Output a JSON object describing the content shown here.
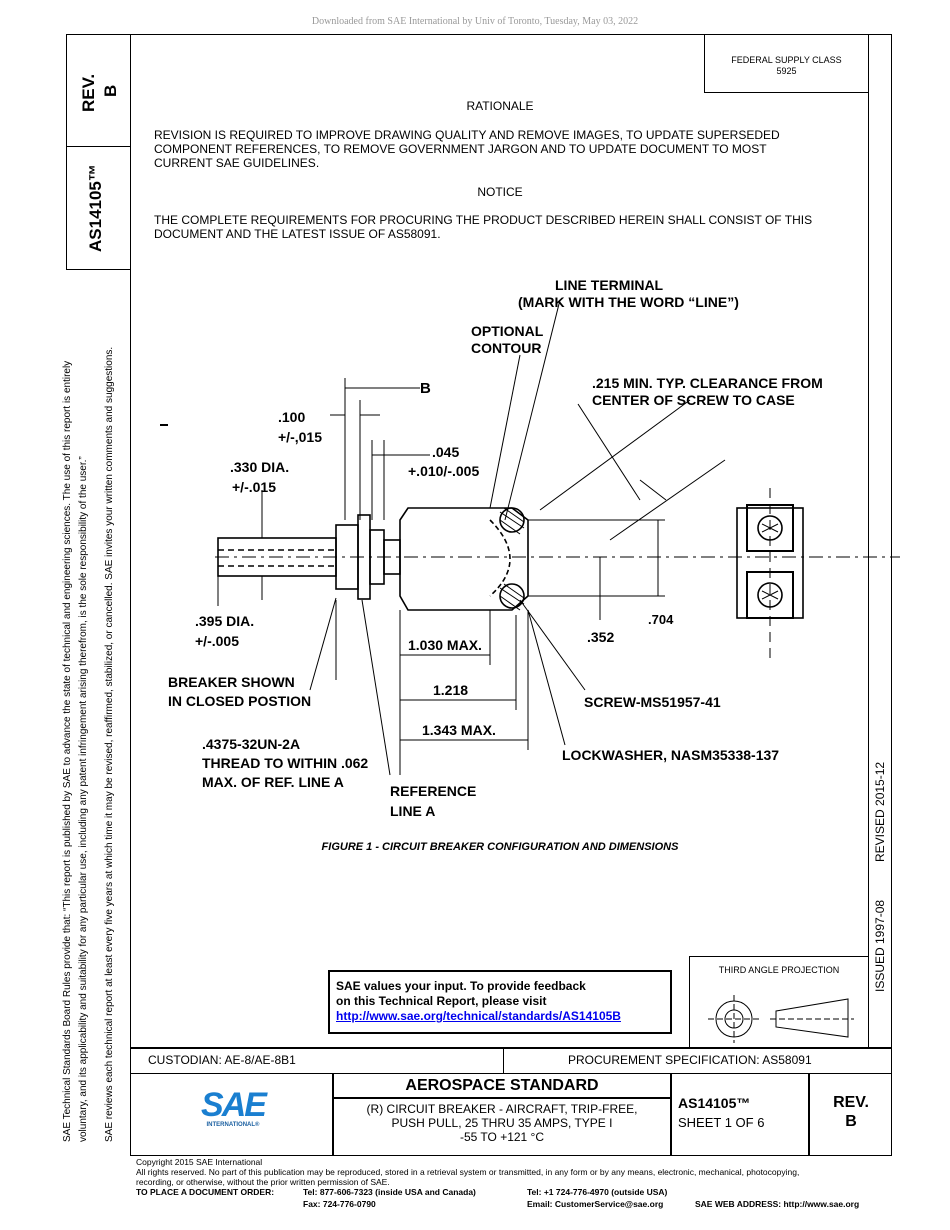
{
  "header": {
    "download_note": "Downloaded from SAE International by Univ of Toronto, Tuesday, May 03, 2022",
    "federal_supply_class": "FEDERAL SUPPLY CLASS",
    "fsc_number": "5925"
  },
  "left_margin": {
    "rev_label": "REV.",
    "rev_value": "B",
    "doc_number": "AS14105™",
    "rules_line1": "SAE Technical Standards Board Rules provide that: “This report is published by SAE to advance the state of technical and engineering sciences. The use of this report is entirely",
    "rules_line2": "voluntary, and its applicability and suitability for any particular use, including any patent infringement arising therefrom, is the sole responsibility of the user.”",
    "rules_line3": "SAE reviews each technical report at least every five years at which time it may be revised, reaffirmed, stabilized, or cancelled. SAE invites your written comments and suggestions."
  },
  "right_margin": {
    "issued": "ISSUED 1997-08",
    "revised": "REVISED 2015-12"
  },
  "body": {
    "rationale_heading": "RATIONALE",
    "rationale_line1": "REVISION IS REQUIRED TO IMPROVE DRAWING QUALITY AND REMOVE IMAGES, TO UPDATE SUPERSEDED",
    "rationale_line2": "COMPONENT REFERENCES, TO REMOVE GOVERNMENT JARGON AND TO UPDATE DOCUMENT TO MOST",
    "rationale_line3": "CURRENT SAE GUIDELINES.",
    "notice_heading": "NOTICE",
    "notice_line1": "THE COMPLETE REQUIREMENTS FOR PROCURING THE PRODUCT DESCRIBED HEREIN SHALL CONSIST OF THIS",
    "notice_line2": "DOCUMENT AND THE LATEST ISSUE OF AS58091."
  },
  "figure": {
    "caption": "FIGURE 1 - CIRCUIT BREAKER CONFIGURATION AND DIMENSIONS",
    "line_terminal_1": "LINE TERMINAL",
    "line_terminal_2": "(MARK WITH THE WORD “LINE”)",
    "optional_1": "OPTIONAL",
    "optional_2": "CONTOUR",
    "clearance_1": ".215 MIN. TYP. CLEARANCE FROM",
    "clearance_2": "CENTER OF SCREW TO CASE",
    "b_label": "B",
    "dim_100_a": ".100",
    "dim_100_b": "+/-,015",
    "dim_045_a": ".045",
    "dim_045_b": "+.010/-.005",
    "dim_330_a": ".330 DIA.",
    "dim_330_b": "+/-.015",
    "dim_395_a": ".395 DIA.",
    "dim_395_b": "+/-.005",
    "dim_704": ".704",
    "dim_352": ".352",
    "dim_1030": "1.030 MAX.",
    "dim_1218": "1.218",
    "dim_1343": "1.343 MAX.",
    "breaker_1": "BREAKER SHOWN",
    "breaker_2": "IN CLOSED POSTION",
    "screw": "SCREW-MS51957-41",
    "lockwasher": "LOCKWASHER, NASM35338-137",
    "thread_1": ".4375-32UN-2A",
    "thread_2": "THREAD TO WITHIN .062",
    "thread_3": "MAX. OF REF. LINE A",
    "ref_1": "REFERENCE",
    "ref_2": "LINE A"
  },
  "feedback": {
    "line1": "SAE values your input. To provide feedback",
    "line2": "on this Technical Report, please visit",
    "link": "http://www.sae.org/technical/standards/AS14105B"
  },
  "projection": {
    "label": "THIRD ANGLE PROJECTION"
  },
  "title_block": {
    "custodian": "CUSTODIAN: AE-8/AE-8B1",
    "procurement": "PROCUREMENT SPECIFICATION: AS58091",
    "standard": "AEROSPACE STANDARD",
    "title_line1": "(R) CIRCUIT BREAKER - AIRCRAFT, TRIP-FREE,",
    "title_line2": "PUSH PULL, 25 THRU 35 AMPS, TYPE I",
    "title_line3": "-55 TO +121 °C",
    "doc_number": "AS14105™",
    "sheet": "SHEET 1 OF 6",
    "rev_label": "REV.",
    "rev_value": "B",
    "logo_text": "SAE",
    "logo_sub": "INTERNATIONAL®"
  },
  "footer": {
    "copyright": "Copyright 2015 SAE International",
    "rights_1": "All rights reserved. No part of this publication may be reproduced, stored in a retrieval system or transmitted, in any form or by any means, electronic, mechanical, photocopying,",
    "rights_2": "recording, or otherwise, without the prior written permission of SAE.",
    "order_label": "TO PLACE A DOCUMENT ORDER:",
    "tel1": "Tel: 877-606-7323 (inside USA and Canada)",
    "fax": "Fax: 724-776-0790",
    "tel2": "Tel: +1 724-776-4970 (outside USA)",
    "email": "Email: CustomerService@sae.org",
    "web": "SAE WEB ADDRESS: http://www.sae.org"
  }
}
